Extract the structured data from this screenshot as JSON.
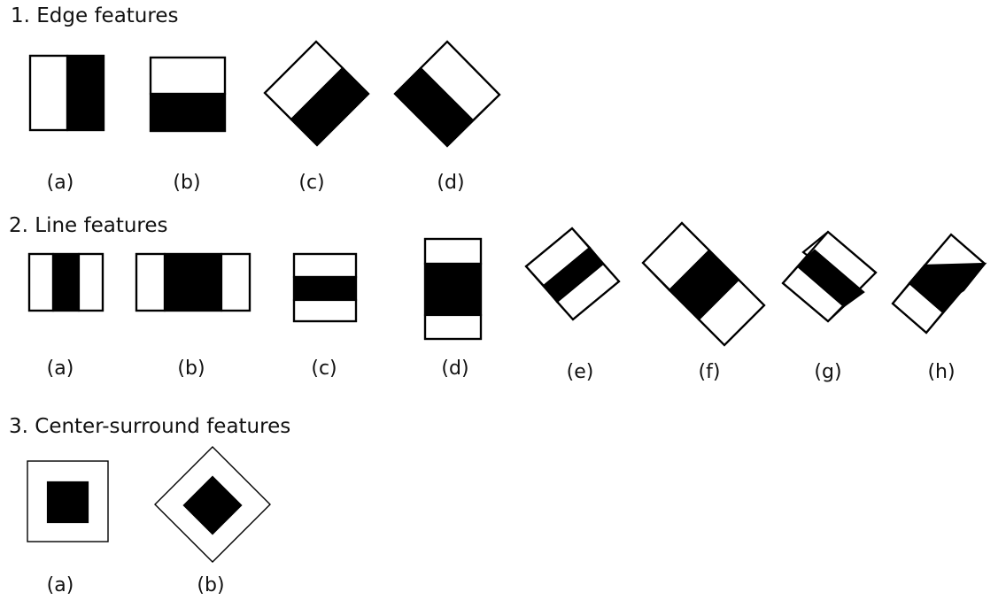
{
  "sections": [
    {
      "title": "1. Edge features",
      "labels": [
        "(a)",
        "(b)",
        "(c)",
        "(d)"
      ]
    },
    {
      "title": "2. Line features",
      "labels": [
        "(a)",
        "(b)",
        "(c)",
        "(d)",
        "(e)",
        "(f)",
        "(g)",
        "(h)"
      ]
    },
    {
      "title": "3. Center-surround features",
      "labels": [
        "(a)",
        "(b)"
      ]
    }
  ],
  "colors": {
    "dark_region": "#000000",
    "light_region": "#ffffff"
  }
}
